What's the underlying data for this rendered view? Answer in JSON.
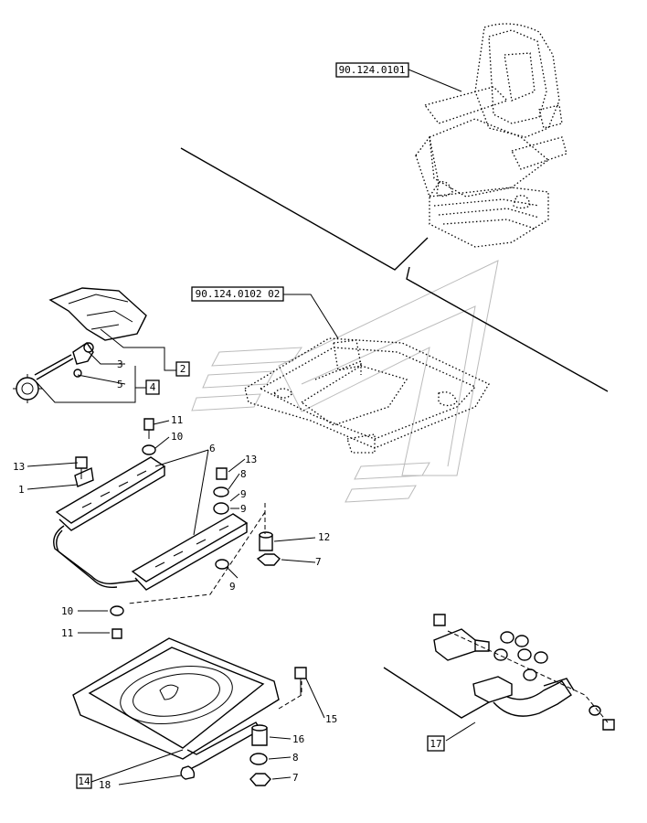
{
  "refs": {
    "seat": "90.124.0101",
    "slide_plate": "90.124.0102 02"
  },
  "callouts": {
    "c1": "1",
    "c2": "2",
    "c3": "3",
    "c4": "4",
    "c5": "5",
    "c6": "6",
    "c7": "7",
    "c8": "8",
    "c9": "9",
    "c10": "10",
    "c11": "11",
    "c12": "12",
    "c13": "13",
    "c14": "14",
    "c15": "15",
    "c16": "16",
    "c17": "17",
    "c18": "18"
  }
}
